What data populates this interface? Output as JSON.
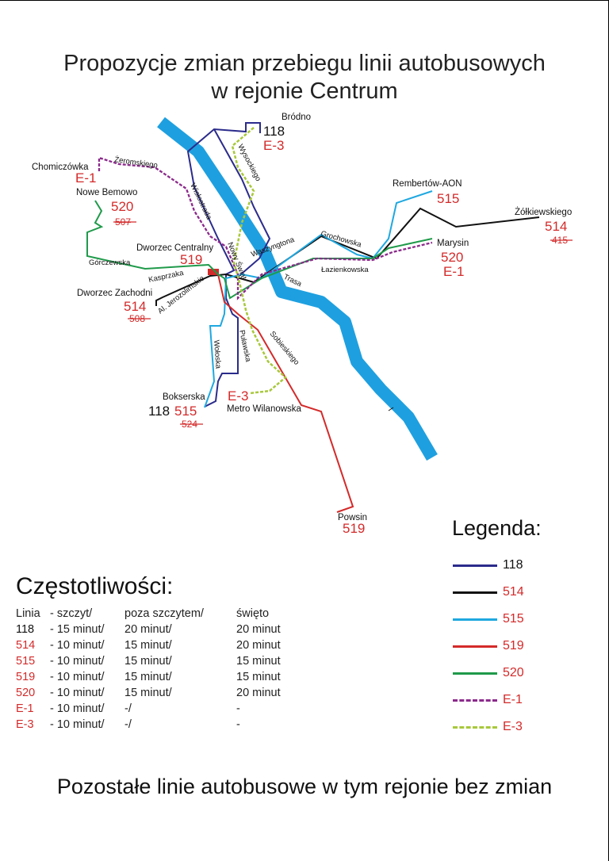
{
  "title": {
    "line1": "Propozycje zmian przebiegu linii autobusowych",
    "line2": "w rejonie Centrum"
  },
  "colors": {
    "line_118": "#2b2b8c",
    "line_514": "#111111",
    "line_515": "#1fa8e0",
    "line_519": "#d42a2a",
    "line_520": "#1f9a4a",
    "line_E1": "#8b2a8b",
    "line_E3": "#a8c83c",
    "river": "#1ea0e0",
    "number_red": "#d42a2a"
  },
  "map": {
    "places": {
      "brodno": "Bródno",
      "chomiczowka": "Chomiczówka",
      "nowe_bemowo": "Nowe Bemowo",
      "dworzec_centralny": "Dworzec Centralny",
      "dworzec_zachodni": "Dworzec Zachodni",
      "rembertow": "Rembertów-AON",
      "zolkiewskiego": "Żółkiewskiego",
      "marysin": "Marysin",
      "bokserska": "Bokserska",
      "metro_wilanowska": "Metro Wilanowska",
      "powsin": "Powsin"
    },
    "numbers": {
      "brodno_118": "118",
      "brodno_e3": "E-3",
      "chomiczowka_e1": "E-1",
      "bemowo_520": "520",
      "bemowo_507": "507",
      "centralny_519": "519",
      "zachodni_514": "514",
      "zachodni_508": "508",
      "rembertow_515": "515",
      "zolkiewskiego_514": "514",
      "zolkiewskiego_415": "415",
      "marysin_520": "520",
      "marysin_e1": "E-1",
      "bokserska_118": "118",
      "bokserska_515": "515",
      "bokserska_524": "524",
      "wilanowska_e3": "E-3",
      "powsin_519": "519"
    },
    "streets": {
      "zeromskiego": "Żeromskiego",
      "wysockiego": "Wysockiego",
      "wislostrada": "Wisłostrada",
      "waszyngtona": "Waszyngtona",
      "grochowska": "Grochowska",
      "lazienkowska": "Łazienkowska",
      "trasa": "Trasa",
      "gorczewska": "Górczewska",
      "kasprzaka": "Kasprzaka",
      "al_jerozolimskie": "Al. Jerozolimskie",
      "nowy_swiat": "Nowy Świat",
      "woloska": "Wołoska",
      "pulawska": "Puławska",
      "sobieskiego": "Sobieskiego"
    }
  },
  "legend": {
    "title": "Legenda:",
    "items": [
      {
        "label": "118",
        "color": "#2b2b8c",
        "style": "solid"
      },
      {
        "label": "514",
        "color": "#111111",
        "style": "solid"
      },
      {
        "label": "515",
        "color": "#1fa8e0",
        "style": "solid"
      },
      {
        "label": "519",
        "color": "#d42a2a",
        "style": "solid"
      },
      {
        "label": "520",
        "color": "#1f9a4a",
        "style": "solid"
      },
      {
        "label": "E-1",
        "color": "#8b2a8b",
        "style": "dashed"
      },
      {
        "label": "E-3",
        "color": "#a8c83c",
        "style": "dashed"
      }
    ]
  },
  "frequencies": {
    "title": "Częstotliwości:",
    "headers": [
      "Linia",
      "- szczyt/",
      "poza szczytem/",
      "święto"
    ],
    "rows": [
      {
        "line": "118",
        "peak": "- 15 minut/",
        "offpeak": "20 minut/",
        "holiday": "20 minut",
        "color": "#111111"
      },
      {
        "line": "514",
        "peak": "- 10 minut/",
        "offpeak": "15 minut/",
        "holiday": "20 minut",
        "color": "#d42a2a"
      },
      {
        "line": "515",
        "peak": "- 10 minut/",
        "offpeak": "15 minut/",
        "holiday": "15 minut",
        "color": "#d42a2a"
      },
      {
        "line": "519",
        "peak": "- 10 minut/",
        "offpeak": "15 minut/",
        "holiday": "15 minut",
        "color": "#d42a2a"
      },
      {
        "line": "520",
        "peak": "- 10 minut/",
        "offpeak": "15 minut/",
        "holiday": "20 minut",
        "color": "#d42a2a"
      },
      {
        "line": "E-1",
        "peak": "- 10 minut/",
        "offpeak": "-/",
        "holiday": "-",
        "color": "#d42a2a"
      },
      {
        "line": "E-3",
        "peak": "- 10 minut/",
        "offpeak": "-/",
        "holiday": "-",
        "color": "#d42a2a"
      }
    ]
  },
  "footer": "Pozostałe linie autobusowe w tym rejonie bez zmian"
}
